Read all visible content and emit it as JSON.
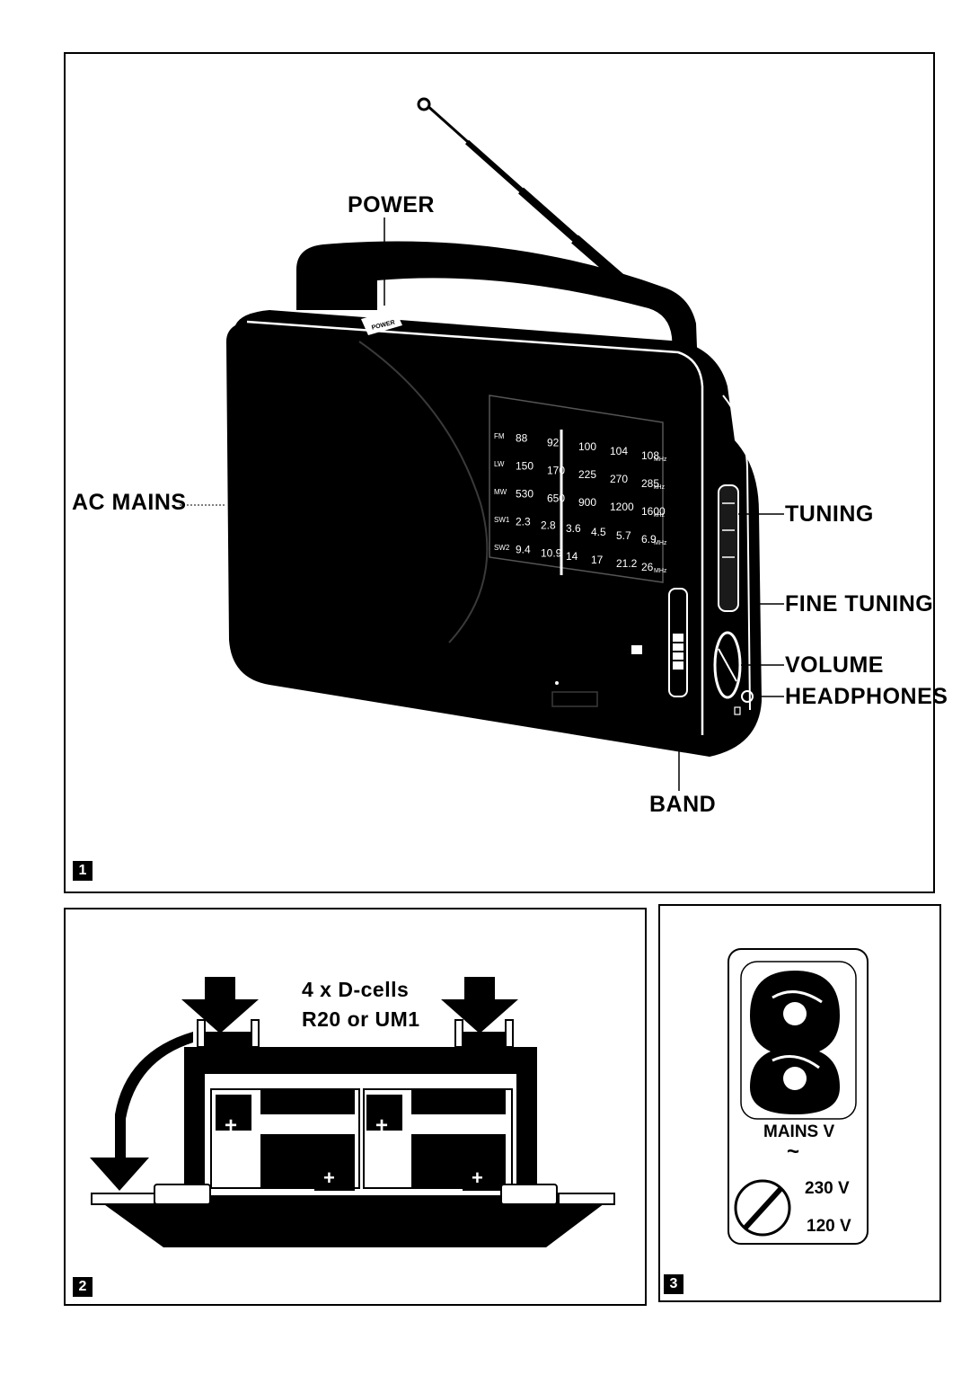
{
  "figure1": {
    "number": "1",
    "labels": {
      "power": "POWER",
      "power_button_text": "POWER",
      "ac_mains": "AC MAINS",
      "tuning": "TUNING",
      "fine_tuning": "FINE TUNING",
      "volume": "VOLUME",
      "headphones": "HEADPHONES",
      "band": "BAND"
    },
    "dial": {
      "rows": [
        {
          "band": "FM",
          "values": [
            "88",
            "92",
            "100",
            "104",
            "108"
          ],
          "unit": "MHz"
        },
        {
          "band": "LW",
          "values": [
            "150",
            "170",
            "225",
            "270",
            "285"
          ],
          "unit": "kHz"
        },
        {
          "band": "MW",
          "values": [
            "530",
            "650",
            "900",
            "1200",
            "1600"
          ],
          "unit": "kHz"
        },
        {
          "band": "SW1",
          "values": [
            "2.3",
            "2.8",
            "3.6",
            "4.5",
            "5.7",
            "6.9"
          ],
          "unit": "MHz"
        },
        {
          "band": "SW2",
          "values": [
            "9.4",
            "10.9",
            "14",
            "17",
            "21.2",
            "26"
          ],
          "unit": "MHz"
        }
      ]
    }
  },
  "figure2": {
    "number": "2",
    "battery_text_line1": "4 x D-cells",
    "battery_text_line2": "R20 or UM1"
  },
  "figure3": {
    "number": "3",
    "mains_label": "MAINS V",
    "tilde": "~",
    "voltage_high": "230 V",
    "voltage_low": "120 V"
  }
}
